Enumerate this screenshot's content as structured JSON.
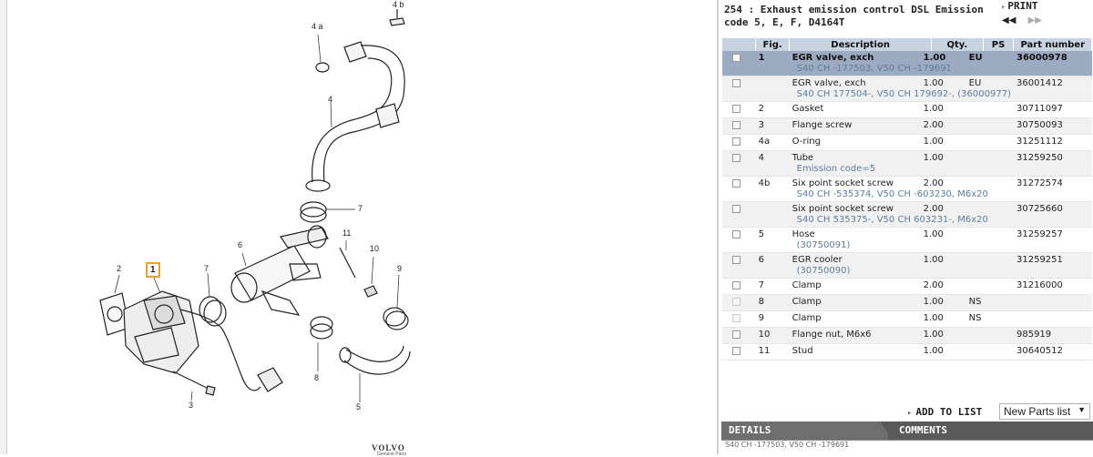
{
  "diagram": {
    "callouts": [
      "4 b",
      "4 a",
      "4",
      "7",
      "6",
      "11",
      "10",
      "9",
      "2",
      "1",
      "7",
      "3",
      "8",
      "5"
    ],
    "brand": "VOLVO",
    "brand_sub": "Genuine Parts"
  },
  "header": {
    "title": "254 : Exhaust emission control DSL Emission code 5, E, F, D4164T",
    "print_label": "PRINT",
    "prev_glyph": "◀◀",
    "next_glyph": "▶▶"
  },
  "table": {
    "columns": [
      "",
      "Fig.",
      "Description",
      "Qty.",
      "PS",
      "Part number"
    ],
    "rows": [
      {
        "fig": "1",
        "desc": "EGR valve, exch",
        "sub": "S40 CH -177503, V50 CH -179691",
        "qty": "1.00",
        "ps": "EU",
        "part": "36000978"
      },
      {
        "fig": "",
        "desc": "EGR valve, exch",
        "sub": "S40 CH 177504-, V50 CH 179692-, (36000977)",
        "qty": "1.00",
        "ps": "EU",
        "part": "36001412"
      },
      {
        "fig": "2",
        "desc": "Gasket",
        "sub": "",
        "qty": "1.00",
        "ps": "",
        "part": "30711097"
      },
      {
        "fig": "3",
        "desc": "Flange screw",
        "sub": "",
        "qty": "2.00",
        "ps": "",
        "part": "30750093"
      },
      {
        "fig": "4a",
        "desc": "O-ring",
        "sub": "",
        "qty": "1.00",
        "ps": "",
        "part": "31251112"
      },
      {
        "fig": "4",
        "desc": "Tube",
        "sub": "Emission code=5",
        "qty": "1.00",
        "ps": "",
        "part": "31259250"
      },
      {
        "fig": "4b",
        "desc": "Six point socket screw",
        "sub": "S40 CH -535374, V50 CH -603230, M6x20",
        "qty": "2.00",
        "ps": "",
        "part": "31272574"
      },
      {
        "fig": "",
        "desc": "Six point socket screw",
        "sub": "S40 CH 535375-, V50 CH 603231-, M6x20",
        "qty": "2.00",
        "ps": "",
        "part": "30725660"
      },
      {
        "fig": "5",
        "desc": "Hose",
        "sub": "(30750091)",
        "qty": "1.00",
        "ps": "",
        "part": "31259257"
      },
      {
        "fig": "6",
        "desc": "EGR cooler",
        "sub": "(30750090)",
        "qty": "1.00",
        "ps": "",
        "part": "31259251"
      },
      {
        "fig": "7",
        "desc": "Clamp",
        "sub": "",
        "qty": "2.00",
        "ps": "",
        "part": "31216000"
      },
      {
        "fig": "8",
        "desc": "Clamp",
        "sub": "",
        "qty": "1.00",
        "ps": "NS",
        "part": ""
      },
      {
        "fig": "9",
        "desc": "Clamp",
        "sub": "",
        "qty": "1.00",
        "ps": "NS",
        "part": ""
      },
      {
        "fig": "10",
        "desc": "Flange nut, M6x6",
        "sub": "",
        "qty": "1.00",
        "ps": "",
        "part": "985919"
      },
      {
        "fig": "11",
        "desc": "Stud",
        "sub": "",
        "qty": "1.00",
        "ps": "",
        "part": "30640512"
      }
    ]
  },
  "actions": {
    "add_to_list": "ADD TO LIST",
    "parts_list_selected": "New Parts list"
  },
  "tabs": {
    "details": "DETAILS",
    "comments": "COMMENTS"
  },
  "details": {
    "text": "S40 CH -177503, V50 CH -179691"
  }
}
